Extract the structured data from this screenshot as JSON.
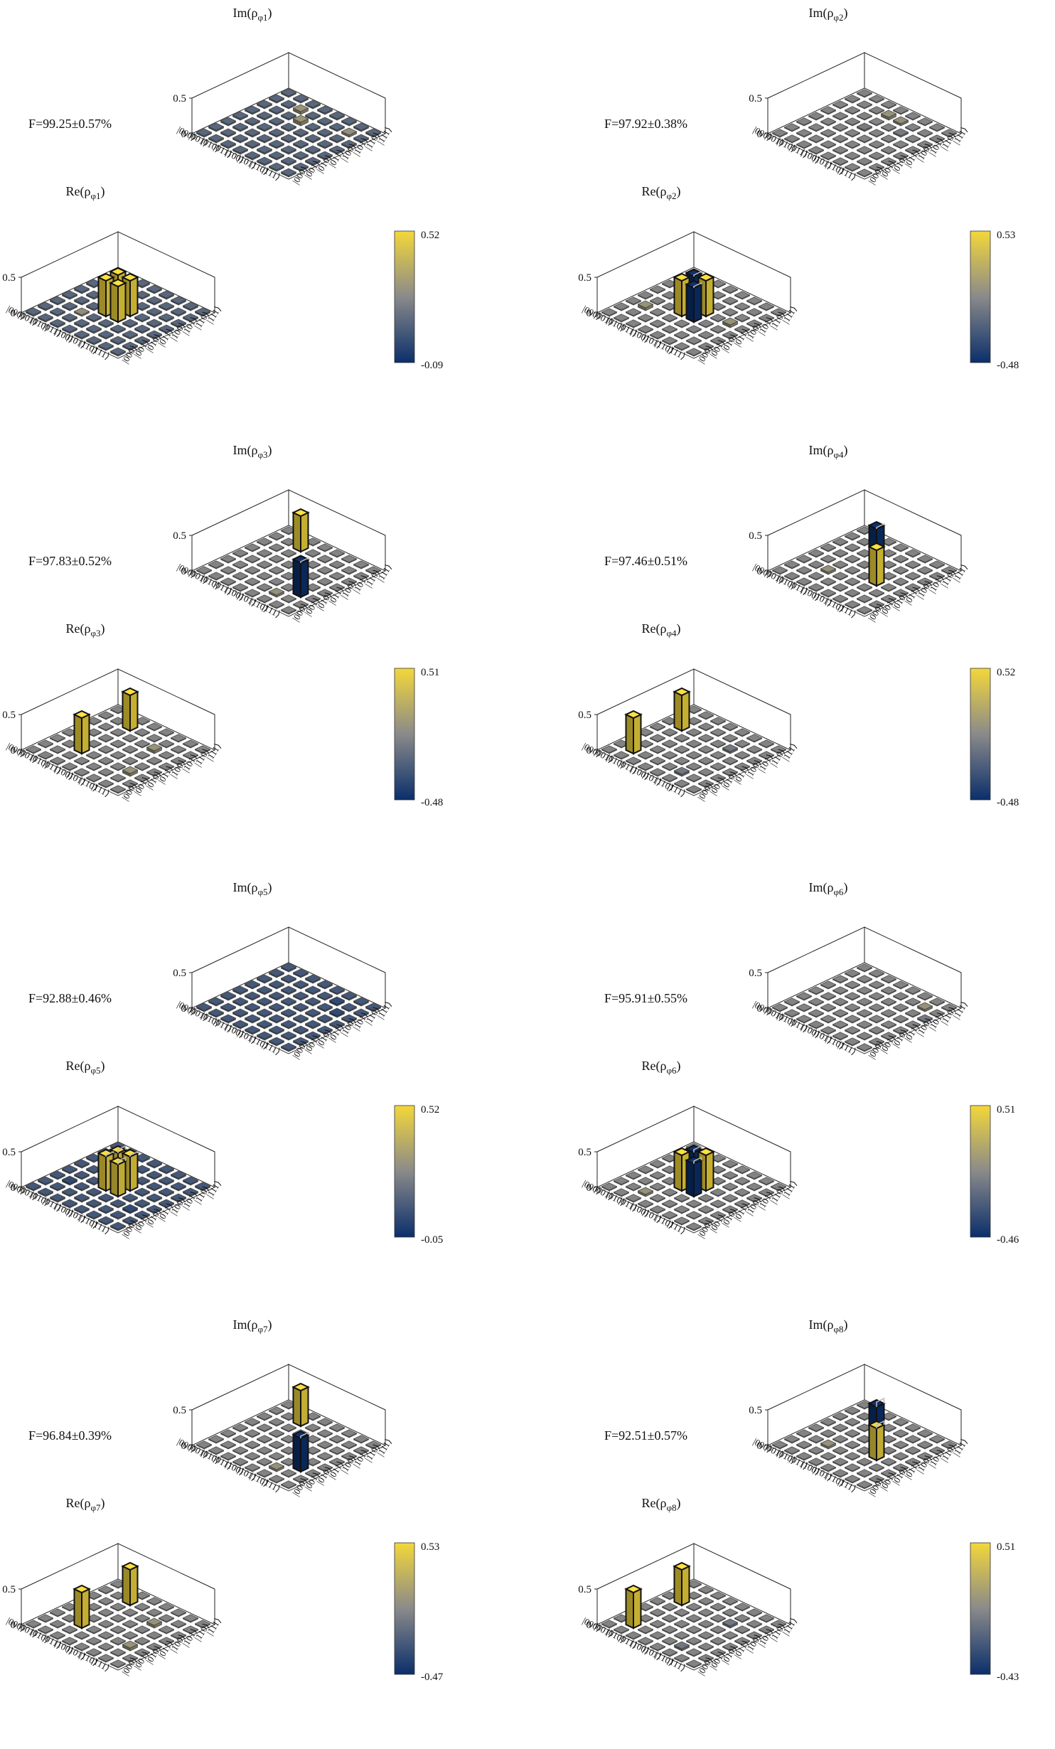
{
  "tick_labels": [
    "|000⟩",
    "|001⟩",
    "|010⟩",
    "|011⟩",
    "|100⟩",
    "|101⟩",
    "|110⟩",
    "|111⟩"
  ],
  "z_ticks": [
    "0.5",
    "0"
  ],
  "colors": {
    "low": "#0b2f6b",
    "mid": "#7d7d7d",
    "high": "#f3d73a",
    "edge": "#111111"
  },
  "chart_data": [
    {
      "type": "bar3d",
      "index": "1",
      "fidelity": "F=99.25±0.57%",
      "im_label": "Im(ρ",
      "re_label": "Re(ρ",
      "sub": "φ1",
      "colorbar": {
        "max": "0.52",
        "min": "-0.09"
      },
      "im": {
        "base": -0.02,
        "peaks": [
          [
            2,
            6,
            0.04
          ],
          [
            3,
            5,
            0.05
          ],
          [
            6,
            6,
            0.03
          ]
        ]
      },
      "re": {
        "base": -0.02,
        "peaks": [
          [
            3,
            3,
            0.5
          ],
          [
            3,
            4,
            0.5
          ],
          [
            4,
            3,
            0.5
          ],
          [
            4,
            4,
            0.5
          ],
          [
            2,
            2,
            0.02
          ]
        ]
      }
    },
    {
      "type": "bar3d",
      "index": "2",
      "fidelity": "F=97.92±0.38%",
      "im_label": "Im(ρ",
      "re_label": "Re(ρ",
      "sub": "φ2",
      "colorbar": {
        "max": "0.53",
        "min": "-0.48"
      },
      "im": {
        "base": 0.0,
        "peaks": [
          [
            3,
            6,
            0.04
          ],
          [
            4,
            6,
            0.03
          ],
          [
            5,
            5,
            -0.02
          ],
          [
            3,
            4,
            -0.02
          ]
        ]
      },
      "re": {
        "base": 0.0,
        "peaks": [
          [
            3,
            3,
            0.5
          ],
          [
            3,
            4,
            -0.48
          ],
          [
            4,
            3,
            -0.48
          ],
          [
            4,
            4,
            0.5
          ],
          [
            1,
            2,
            0.04
          ],
          [
            6,
            4,
            0.04
          ]
        ]
      }
    },
    {
      "type": "bar3d",
      "index": "3",
      "fidelity": "F=97.83±0.52%",
      "im_label": "Im(ρ",
      "re_label": "Re(ρ",
      "sub": "φ3",
      "colorbar": {
        "max": "0.51",
        "min": "-0.48"
      },
      "im": {
        "base": 0.0,
        "peaks": [
          [
            2,
            6,
            0.5
          ],
          [
            6,
            2,
            -0.48
          ],
          [
            5,
            1,
            0.03
          ]
        ]
      },
      "re": {
        "base": 0.0,
        "peaks": [
          [
            2,
            2,
            0.5
          ],
          [
            2,
            6,
            0.5
          ],
          [
            6,
            2,
            0.04
          ],
          [
            5,
            5,
            0.04
          ]
        ]
      }
    },
    {
      "type": "bar3d",
      "index": "4",
      "fidelity": "F=97.46±0.51%",
      "im_label": "Im(ρ",
      "re_label": "Re(ρ",
      "sub": "φ4",
      "colorbar": {
        "max": "0.52",
        "min": "-0.48"
      },
      "im": {
        "base": 0.0,
        "peaks": [
          [
            5,
            3,
            0.5
          ],
          [
            3,
            5,
            -0.48
          ],
          [
            2,
            2,
            0.03
          ]
        ]
      },
      "re": {
        "base": 0.0,
        "peaks": [
          [
            1,
            1,
            0.5
          ],
          [
            1,
            5,
            0.5
          ],
          [
            5,
            1,
            -0.03
          ],
          [
            5,
            5,
            -0.03
          ]
        ]
      }
    },
    {
      "type": "bar3d",
      "index": "5",
      "fidelity": "F=92.88±0.46%",
      "im_label": "Im(ρ",
      "re_label": "Re(ρ",
      "sub": "φ5",
      "colorbar": {
        "max": "0.52",
        "min": "-0.05"
      },
      "im": {
        "base": -0.02,
        "peaks": [
          [
            5,
            6,
            -0.03
          ],
          [
            6,
            5,
            -0.03
          ]
        ]
      },
      "re": {
        "base": -0.02,
        "peaks": [
          [
            3,
            3,
            0.48
          ],
          [
            3,
            4,
            0.45
          ],
          [
            4,
            3,
            0.45
          ],
          [
            4,
            4,
            0.48
          ],
          [
            1,
            2,
            -0.03
          ],
          [
            6,
            2,
            -0.03
          ]
        ]
      }
    },
    {
      "type": "bar3d",
      "index": "6",
      "fidelity": "F=95.91±0.55%",
      "im_label": "Im(ρ",
      "re_label": "Re(ρ",
      "sub": "φ6",
      "colorbar": {
        "max": "0.51",
        "min": "-0.46"
      },
      "im": {
        "base": 0.0,
        "peaks": [
          [
            6,
            6,
            0.03
          ],
          [
            7,
            5,
            -0.02
          ]
        ]
      },
      "re": {
        "base": 0.0,
        "peaks": [
          [
            3,
            3,
            0.5
          ],
          [
            3,
            4,
            -0.46
          ],
          [
            4,
            3,
            -0.46
          ],
          [
            4,
            4,
            0.5
          ],
          [
            2,
            1,
            0.03
          ]
        ]
      }
    },
    {
      "type": "bar3d",
      "index": "7",
      "fidelity": "F=96.84±0.39%",
      "im_label": "Im(ρ",
      "re_label": "Re(ρ",
      "sub": "φ7",
      "colorbar": {
        "max": "0.53",
        "min": "-0.47"
      },
      "im": {
        "base": 0.0,
        "peaks": [
          [
            2,
            6,
            0.5
          ],
          [
            6,
            2,
            -0.47
          ],
          [
            5,
            1,
            0.03
          ]
        ]
      },
      "re": {
        "base": 0.0,
        "peaks": [
          [
            2,
            2,
            0.5
          ],
          [
            2,
            6,
            0.5
          ],
          [
            6,
            2,
            0.04
          ],
          [
            5,
            5,
            0.04
          ]
        ]
      }
    },
    {
      "type": "bar3d",
      "index": "8",
      "fidelity": "F=92.51±0.57%",
      "im_label": "Im(ρ",
      "re_label": "Re(ρ",
      "sub": "φ8",
      "colorbar": {
        "max": "0.51",
        "min": "-0.43"
      },
      "im": {
        "base": 0.0,
        "peaks": [
          [
            5,
            3,
            0.45
          ],
          [
            3,
            5,
            -0.43
          ],
          [
            2,
            2,
            0.03
          ]
        ]
      },
      "re": {
        "base": 0.0,
        "peaks": [
          [
            1,
            1,
            0.5
          ],
          [
            1,
            5,
            0.5
          ],
          [
            5,
            1,
            -0.03
          ],
          [
            5,
            5,
            -0.03
          ]
        ]
      }
    }
  ]
}
